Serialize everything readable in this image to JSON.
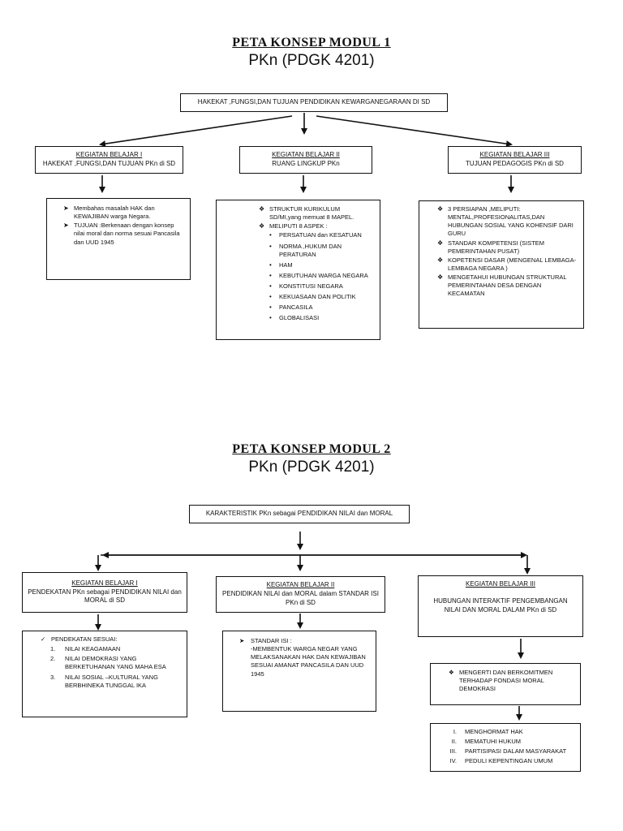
{
  "modul1": {
    "title": "PETA KONSEP MODUL 1",
    "subtitle": "PKn (PDGK 4201)",
    "root": "HAKEKAT ,FUNGSI,DAN TUJUAN PENDIDIKAN  KEWARGANEGARAAN DI SD",
    "kb1": {
      "header": "KEGIATAN BELAJAR I",
      "body": "HAKEKAT ,FUNGSI,DAN TUJUAN PKn di SD"
    },
    "kb2": {
      "header": "KEGIATAN BELAJAR II",
      "body": "RUANG LINGKUP  PKn"
    },
    "kb3": {
      "header": "KEGIATAN BELAJAR III",
      "body": "TUJUAN PEDAGOGIS PKn di SD"
    },
    "detail1": [
      "Membahas masalah HAK dan KEWAJIBAN warga Negara.",
      "TUJUAN :Berkenaan dengan konsep nilai moral dan norma sesuai Pancasila dan UUD 1945"
    ],
    "detail2": {
      "item1": "STRUKTUR KURIKULUM SD/MI,yang memuat 8 MAPEL.",
      "item2": "MELIPUTI 8 ASPEK :",
      "aspects": [
        "PERSATUAN dan KESATUAN",
        "NORMA ,HUKUM DAN PERATURAN",
        "HAM",
        "KEBUTUHAN WARGA NEGARA",
        "KONSTITUSI NEGARA",
        "KEKUASAAN DAN POLITIK",
        "PANCASILA",
        "GLOBALISASI"
      ]
    },
    "detail3": [
      "3 PERSIAPAN ,MELIPUTI: MENTAL,PROFESIONALITAS,DAN HUBUNGAN SOSIAL  YANG KOHENSIF DARI GURU",
      "STANDAR KOMPETENSI (SISTEM PEMERINTAHAN PUSAT)",
      "KOPETENSI DASAR (MENGENAL LEMBAGA-LEMBAGA NEGARA )",
      "MENGETAHUI HUBUNGAN STRUKTURAL PEMERINTAHAN DESA DENGAN KECAMATAN"
    ]
  },
  "modul2": {
    "title": "PETA KONSEP MODUL 2",
    "subtitle": "PKn (PDGK 4201)",
    "root": "KARAKTERISTIK PKn sebagai PENDIDIKAN NILAI dan MORAL",
    "kb1": {
      "header": "KEGIATAN BELAJAR I",
      "body": "PENDEKATAN  PKn sebagai PENDIDIKAN NILAI dan MORAL di SD"
    },
    "kb2": {
      "header": "KEGIATAN BELAJAR II",
      "body": "PENDIDIKAN NILAI dan MORAL dalam STANDAR ISI PKn  di SD"
    },
    "kb3": {
      "header": "KEGIATAN BELAJAR III",
      "body": "HUBUNGAN INTERAKTIF  PENGEMBANGAN NILAI DAN MORAL DALAM PKn di SD"
    },
    "detail1": {
      "lead": "PENDEKATAN SESUAI:",
      "items": [
        {
          "num": "1.",
          "text": "NILAI KEAGAMAAN"
        },
        {
          "num": "2.",
          "text": "NILAI DEMOKRASI YANG BERKETUHANAN YANG MAHA ESA"
        },
        {
          "num": "3.",
          "text": "NILAI SOSIAL –KULTURAL YANG BERBHINEKA TUNGGAL IKA"
        }
      ]
    },
    "detail2": {
      "lead": "STANDAR  ISI :",
      "text": "-MEMBENTUK WARGA NEGAR YANG MELAKSANAKAN HAK DAN KEWAJIBAN SESUAI AMANAT PANCASILA DAN UUD 1945"
    },
    "detail3": "MENGERTI DAN BERKOMITMEN TERHADAP FONDASI MORAL DEMOKRASI",
    "detail4": [
      {
        "num": "I.",
        "text": "MENGHORMAT HAK"
      },
      {
        "num": "II.",
        "text": "MEMATUHI HUKUM"
      },
      {
        "num": "III.",
        "text": "PARTISIPASI DALAM MASYARAKAT"
      },
      {
        "num": "IV.",
        "text": "PEDULI KEPENTINGAN UMUM"
      }
    ]
  }
}
